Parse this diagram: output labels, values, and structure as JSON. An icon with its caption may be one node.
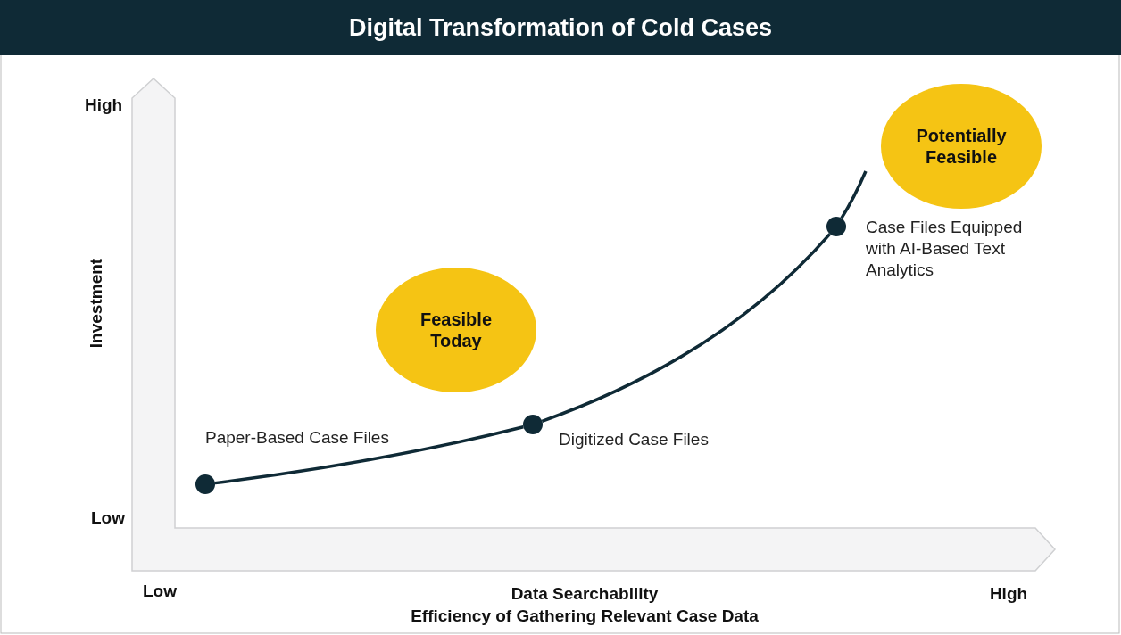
{
  "diagram": {
    "title": "Digital Transformation of Cold Cases",
    "nodes": [
      {
        "text": [],
        "shape": "circle",
        "beside": [
          "Paper-Based Case Files"
        ]
      },
      {
        "text": [],
        "shape": "circle",
        "beside": [
          "Digitized Case Files"
        ]
      },
      {
        "text": [],
        "shape": "circle",
        "beside": [
          "Case Files Equipped with AI-Based Text Analytics"
        ]
      },
      {
        "text": [
          "Feasible Today"
        ]
      },
      {
        "text": [
          "Potentially Feasible"
        ]
      }
    ],
    "edges": [
      {
        "from": 0,
        "to": 1,
        "arrow": "none"
      },
      {
        "from": 1,
        "to": 2,
        "arrow": "none"
      },
      {
        "from": 2,
        "to": null,
        "arrow": "none"
      }
    ],
    "labels": [
      "High",
      "Investment",
      "Low",
      "Low",
      "Data Searchability",
      "High",
      "Efficiency of Gathering Relevant Case Data"
    ]
  }
}
